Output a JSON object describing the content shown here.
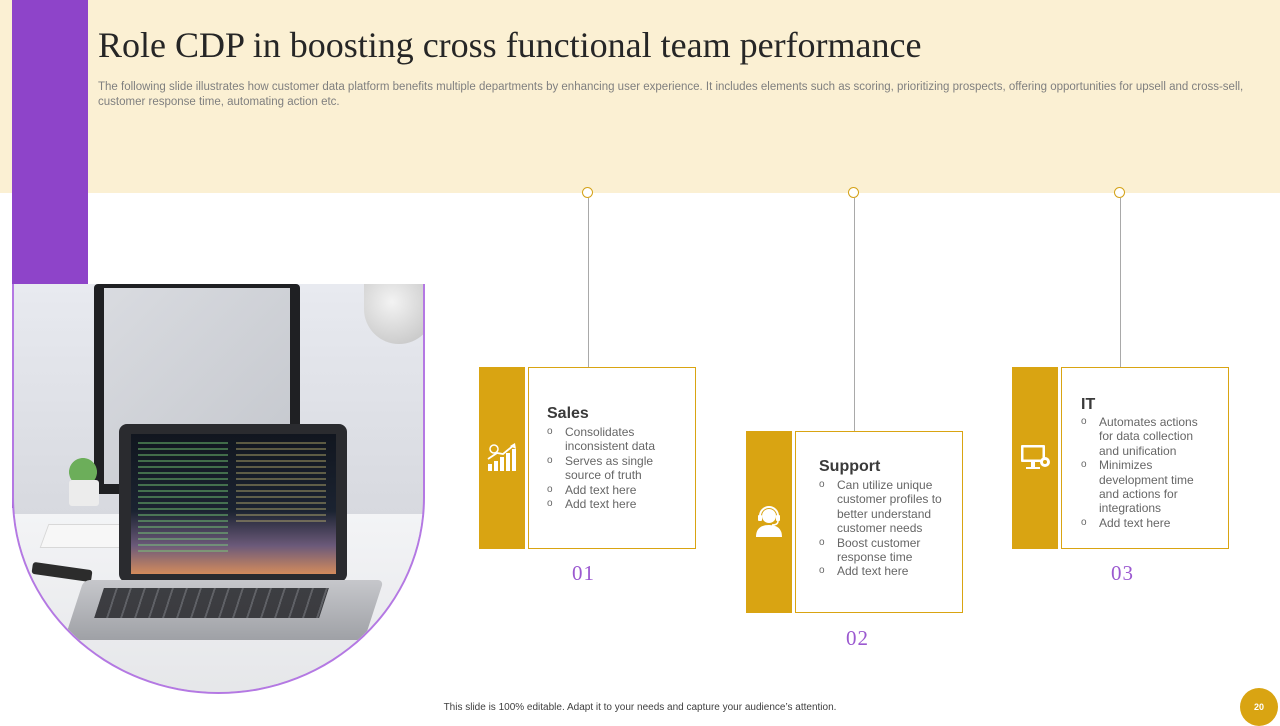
{
  "slide": {
    "title": "Role CDP in boosting cross functional team performance",
    "subtitle": "The following slide illustrates how customer data platform benefits multiple departments by enhancing user experience. It includes elements such as scoring, prioritizing prospects, offering opportunities for upsell and cross-sell, customer response time, automating action etc.",
    "footer": "This slide is 100% editable. Adapt it to your needs and capture your audience’s attention.",
    "page_number": "20"
  },
  "colors": {
    "accent_gold": "#d9a412",
    "accent_purple": "#8e44c9",
    "header_band": "#fbf0d3",
    "number_purple": "#9b59d0"
  },
  "cards": [
    {
      "title": "Sales",
      "icon": "growth-chart-icon",
      "number": "01",
      "bullets": [
        "Consolidates inconsistent data",
        "Serves as single source of truth",
        "Add text here",
        "Add text here"
      ]
    },
    {
      "title": "Support",
      "icon": "headset-support-icon",
      "number": "02",
      "bullets": [
        "Can utilize unique customer profiles to better understand customer needs",
        "Boost customer response time",
        "Add text here"
      ]
    },
    {
      "title": "IT",
      "icon": "computer-gear-icon",
      "number": "03",
      "bullets": [
        "Automates actions for data collection and unification",
        "Minimizes development time and actions for integrations",
        "Add text here"
      ]
    }
  ]
}
